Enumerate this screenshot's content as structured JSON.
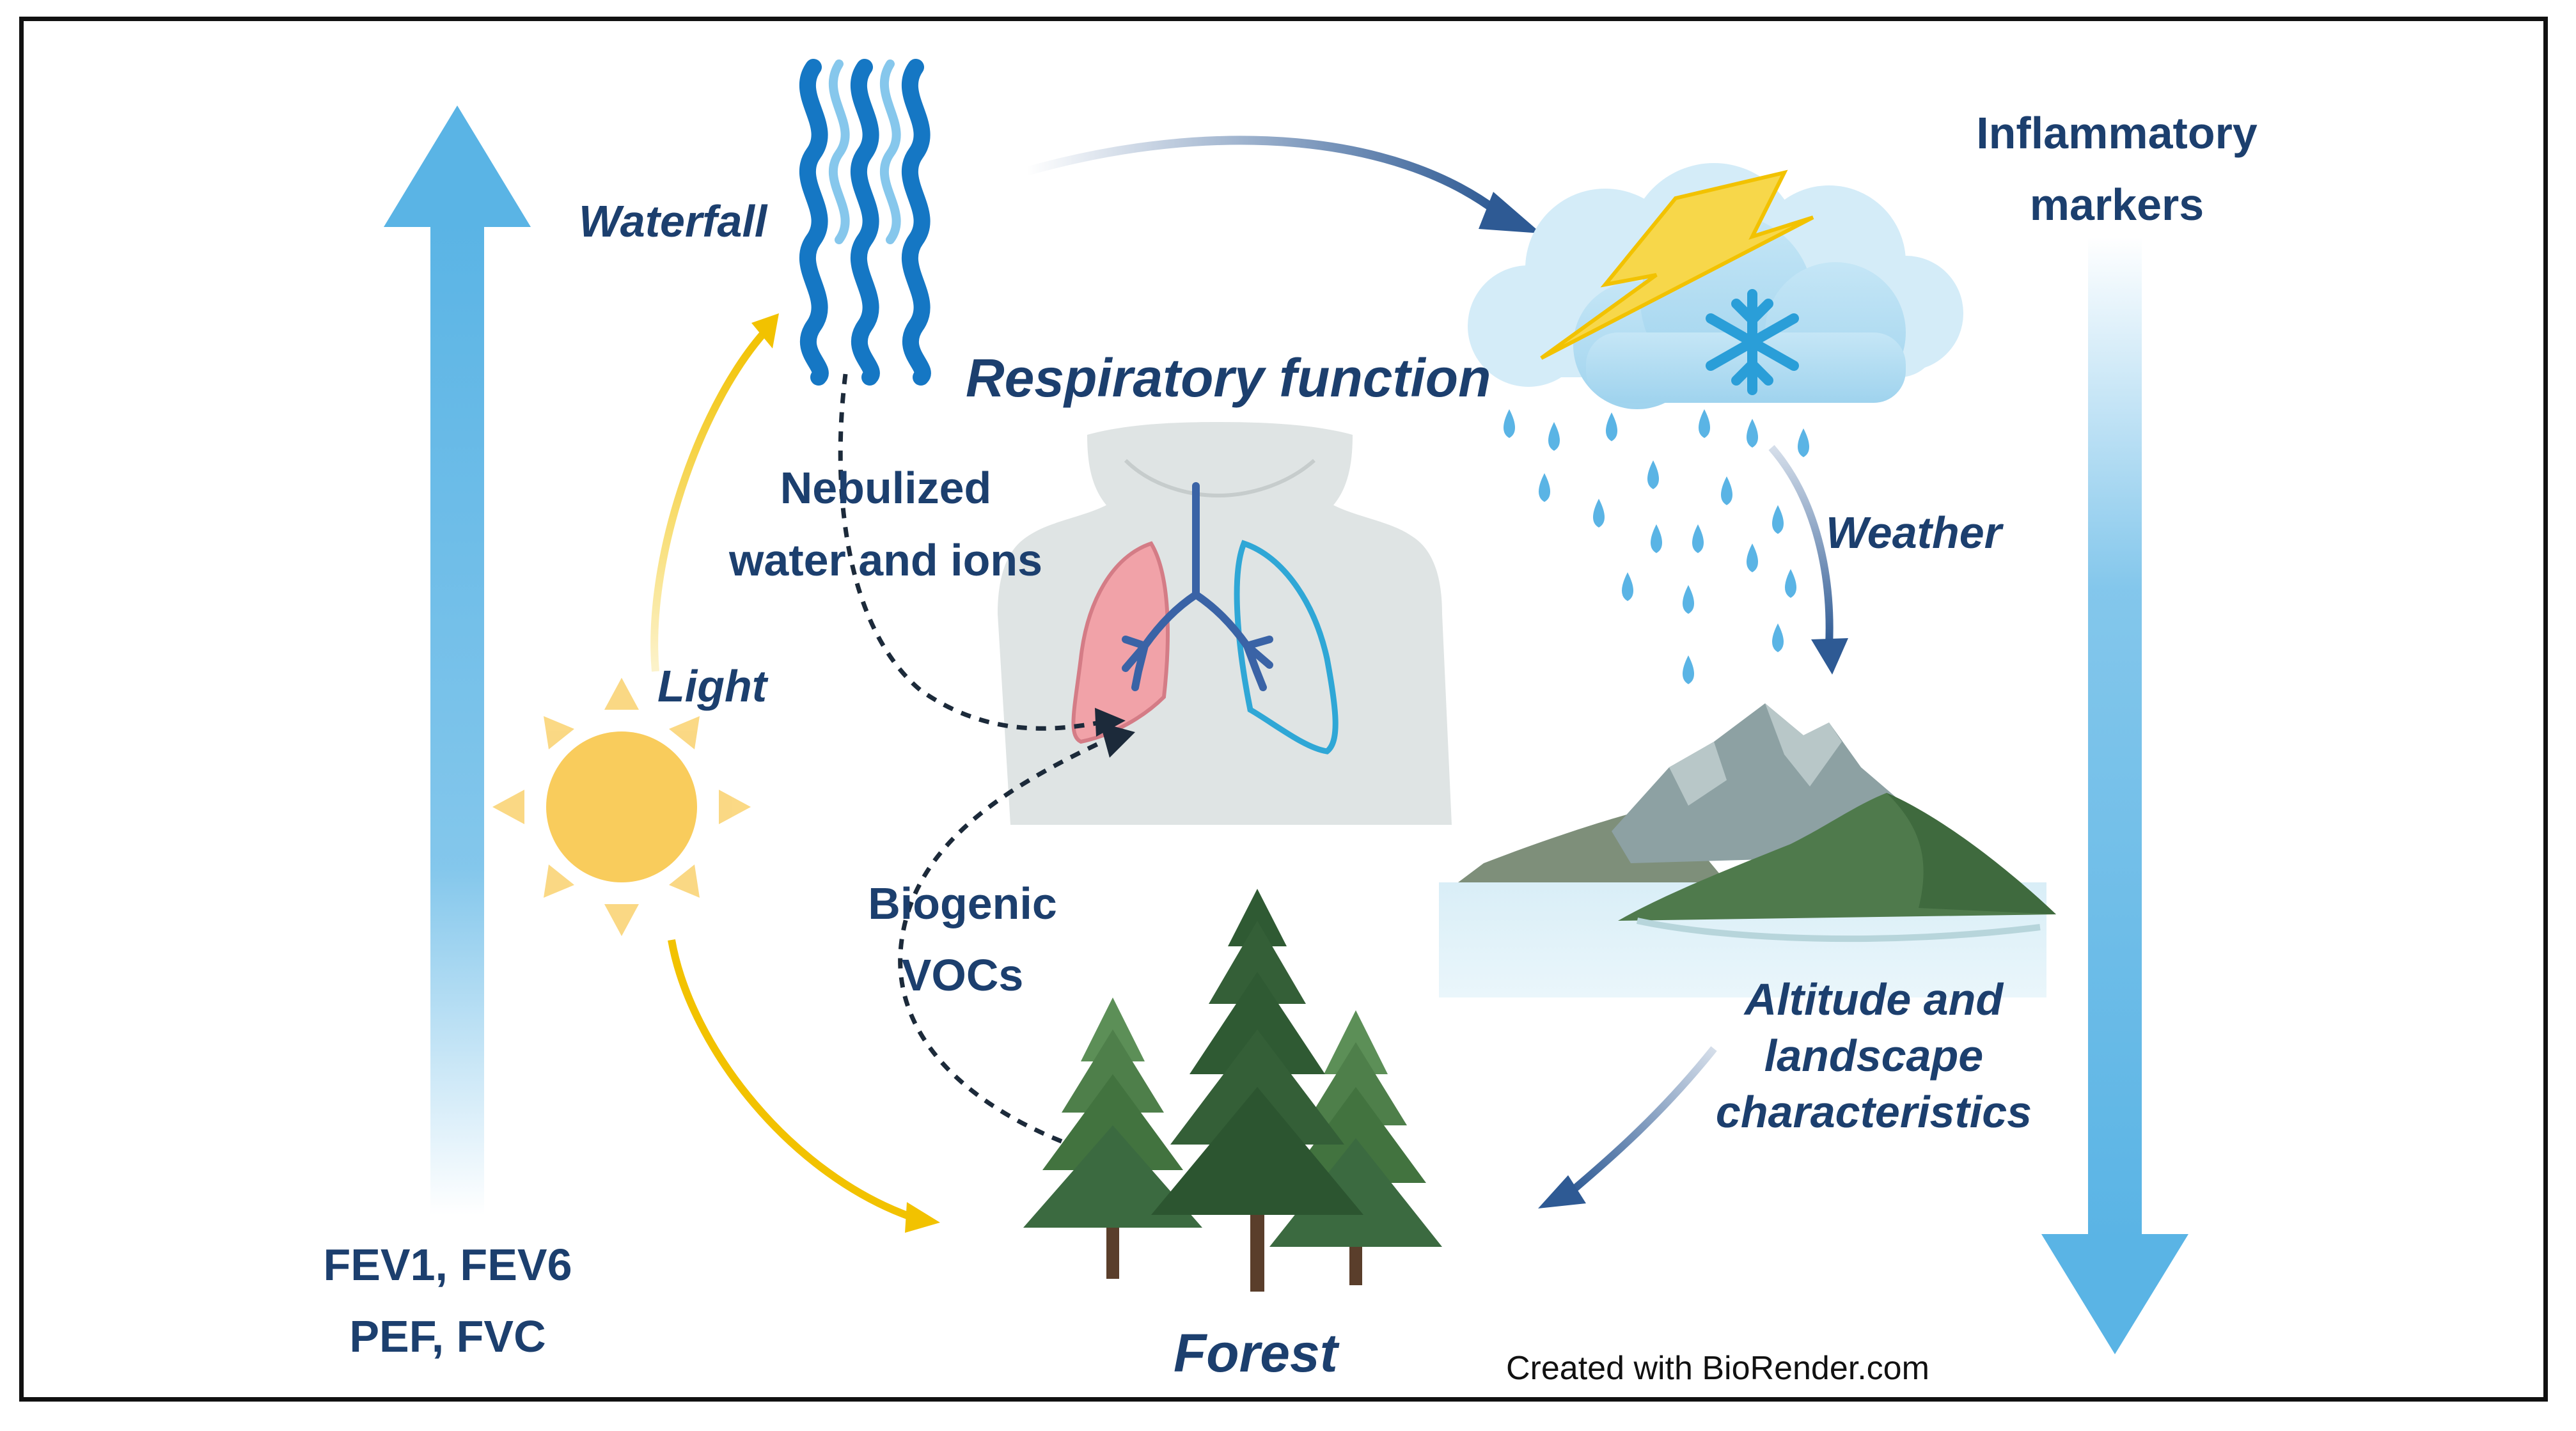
{
  "labels": {
    "waterfall": "Waterfall",
    "respiratory": "Respiratory function",
    "inflammatory_1": "Inflammatory",
    "inflammatory_2": "markers",
    "nebulized_1": "Nebulized",
    "nebulized_2": "water and ions",
    "light": "Light",
    "weather": "Weather",
    "biogenic_1": "Biogenic",
    "biogenic_2": "VOCs",
    "altitude_1": "Altitude and",
    "altitude_2": "landscape",
    "altitude_3": "characteristics",
    "fev_1": "FEV1, FEV6",
    "fev_2": "PEF, FVC",
    "forest": "Forest",
    "credit": "Created with BioRender.com"
  },
  "colors": {
    "text_navy": "#1c3f6e",
    "arrow_blue": "#5ab4e5",
    "arrow_yellow": "#f2c200",
    "arrow_navy": "#2e5a94",
    "sun": "#f9cc5c",
    "water": "#1577c4",
    "lung_red": "#f1a2a8",
    "lung_blue": "#2fa7d6",
    "tree_green": "#3b6a40"
  }
}
